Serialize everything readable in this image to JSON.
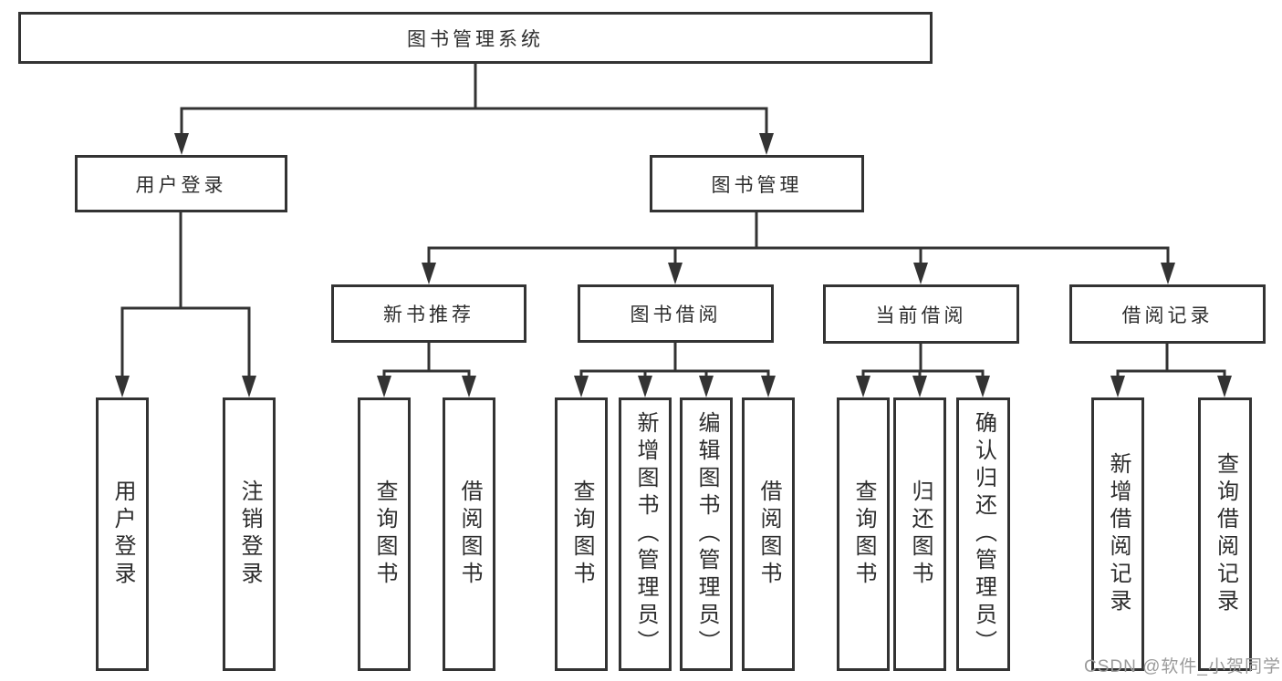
{
  "tree": {
    "root": {
      "label": "图书管理系统",
      "children": [
        {
          "label": "用户登录",
          "children": [
            {
              "label": "用户登录"
            },
            {
              "label": "注销登录"
            }
          ]
        },
        {
          "label": "图书管理",
          "children": [
            {
              "label": "新书推荐",
              "children": [
                {
                  "label": "查询图书"
                },
                {
                  "label": "借阅图书"
                }
              ]
            },
            {
              "label": "图书借阅",
              "children": [
                {
                  "label": "查询图书"
                },
                {
                  "label": "新增图书（管理员）"
                },
                {
                  "label": "编辑图书（管理员）"
                },
                {
                  "label": "借阅图书"
                }
              ]
            },
            {
              "label": "当前借阅",
              "children": [
                {
                  "label": "查询图书"
                },
                {
                  "label": "归还图书"
                },
                {
                  "label": "确认归还（管理员）"
                }
              ]
            },
            {
              "label": "借阅记录",
              "children": [
                {
                  "label": "新增借阅记录"
                },
                {
                  "label": "查询借阅记录"
                }
              ]
            }
          ]
        }
      ]
    }
  },
  "watermark": {
    "text": "CSDN @软件_小贺同学"
  },
  "colors": {
    "line": "#333333",
    "node_border": "#333333",
    "node_text": "#2d2d2d",
    "watermark": "#9b9b9b",
    "background": "#ffffff"
  }
}
